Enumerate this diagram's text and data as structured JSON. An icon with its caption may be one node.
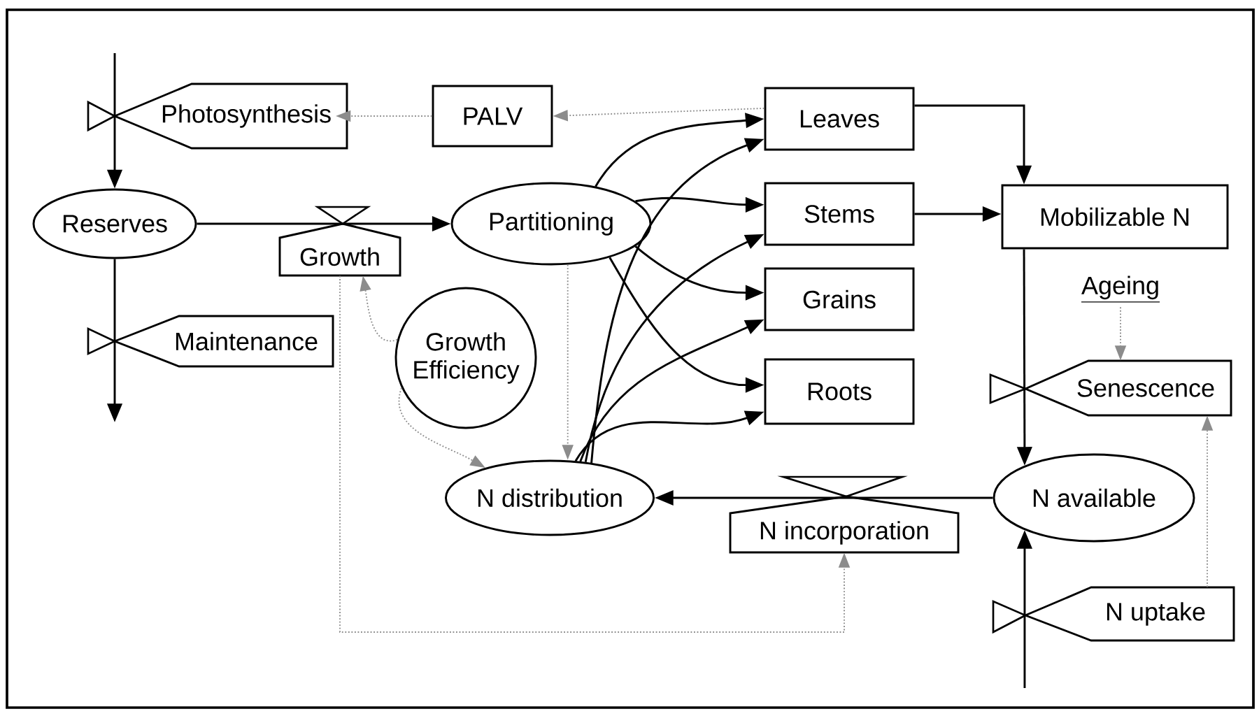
{
  "diagram": {
    "nodes": [
      {
        "text": [
          "Photosynthesis"
        ]
      },
      {
        "text": [
          "PALV"
        ]
      },
      {
        "text": [
          "Leaves"
        ]
      },
      {
        "text": [
          "Reserves"
        ]
      },
      {
        "text": [
          "Growth"
        ]
      },
      {
        "text": [
          "Partitioning"
        ]
      },
      {
        "text": [
          "Stems"
        ]
      },
      {
        "text": [
          "Mobilizable N"
        ]
      },
      {
        "text": [
          "Grains"
        ]
      },
      {
        "text": [
          "Ageing"
        ]
      },
      {
        "text": [
          "Maintenance"
        ]
      },
      {
        "text": [
          "Growth Efficiency"
        ]
      },
      {
        "text": [
          "Roots"
        ]
      },
      {
        "text": [
          "Senescence"
        ]
      },
      {
        "text": [
          "N distribution"
        ]
      },
      {
        "text": [
          "N incorporation"
        ]
      },
      {
        "text": [
          "N available"
        ]
      },
      {
        "text": [
          "N uptake"
        ]
      }
    ],
    "edges": [
      {
        "from": null,
        "to": 3,
        "arrow": "to"
      },
      {
        "from": 3,
        "to": null,
        "arrow": "to"
      },
      {
        "from": 3,
        "to": 5,
        "arrow": "to"
      },
      {
        "from": 1,
        "to": 0,
        "arrow": "to",
        "style": "dashed",
        "color": "#8c8c8c"
      },
      {
        "from": 2,
        "to": 1,
        "arrow": "to",
        "style": "dashed",
        "color": "#8c8c8c"
      },
      {
        "from": 5,
        "to": 2,
        "arrow": "to"
      },
      {
        "from": 5,
        "to": 6,
        "arrow": "to"
      },
      {
        "from": 5,
        "to": 8,
        "arrow": "to"
      },
      {
        "from": 5,
        "to": 12,
        "arrow": "to"
      },
      {
        "from": 14,
        "to": 2,
        "arrow": "to"
      },
      {
        "from": 14,
        "to": 6,
        "arrow": "to"
      },
      {
        "from": 14,
        "to": 8,
        "arrow": "to"
      },
      {
        "from": 14,
        "to": 12,
        "arrow": "to"
      },
      {
        "from": 2,
        "to": 7,
        "arrow": "to"
      },
      {
        "from": 6,
        "to": 7,
        "arrow": "to"
      },
      {
        "from": 7,
        "to": 16,
        "arrow": "to"
      },
      {
        "from": 9,
        "to": 13,
        "arrow": "to",
        "style": "dashed",
        "color": "#8c8c8c"
      },
      {
        "from": 16,
        "to": 14,
        "arrow": "to"
      },
      {
        "from": null,
        "to": 16,
        "arrow": "to"
      },
      {
        "from": 17,
        "to": 13,
        "arrow": "to",
        "style": "dashed",
        "color": "#8c8c8c"
      },
      {
        "from": 5,
        "to": 14,
        "arrow": "to",
        "style": "dashed",
        "color": "#8c8c8c"
      },
      {
        "from": 11,
        "to": 4,
        "arrow": "to",
        "style": "dashed",
        "color": "#8c8c8c"
      },
      {
        "from": 11,
        "to": 14,
        "arrow": "to",
        "style": "dashed",
        "color": "#8c8c8c"
      },
      {
        "from": 4,
        "to": 15,
        "arrow": "to",
        "style": "dashed",
        "color": "#8c8c8c"
      }
    ]
  }
}
